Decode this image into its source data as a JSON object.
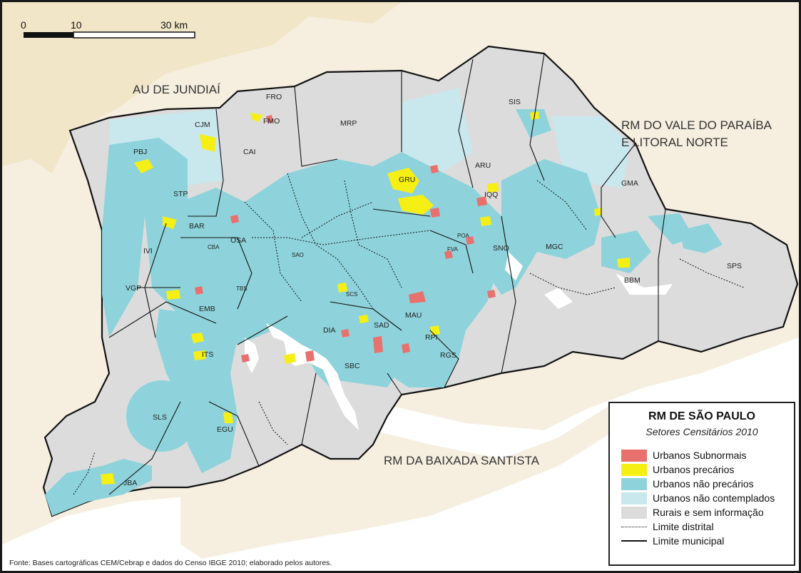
{
  "scale_bar": {
    "ticks": [
      "0",
      "10",
      "30 km"
    ]
  },
  "regions": {
    "jundiai": "AU DE JUNDIAÍ",
    "vale_1": "RM DO VALE DO PARAÍBA",
    "vale_2": "E LITORAL NORTE",
    "santista": "RM DA BAIXADA SANTISTA"
  },
  "municipalities": [
    "FRO",
    "FMO",
    "CJM",
    "CAI",
    "MRP",
    "SIS",
    "PBJ",
    "GRU",
    "ARU",
    "GMA",
    "STP",
    "IQQ",
    "BAR",
    "OSA",
    "CBA",
    "IVI",
    "SAO",
    "POA",
    "FVA",
    "MGC",
    "SNO",
    "SPS",
    "BBM",
    "VGP",
    "TBS",
    "SCS",
    "EMB",
    "MAU",
    "SAD",
    "DIA",
    "RPI",
    "ITS",
    "RGS",
    "SBC",
    "SLS",
    "EGU",
    "JBA"
  ],
  "legend": {
    "title": "RM DE SÃO PAULO",
    "subtitle": "Setores Censitários 2010",
    "items": [
      {
        "label": "Urbanos Subnormais",
        "color": "#e8716d"
      },
      {
        "label": "Urbanos precários",
        "color": "#f5ef14"
      },
      {
        "label": "Urbanos não precários",
        "color": "#8ed3db"
      },
      {
        "label": "Urbanos não contemplados",
        "color": "#c9e8ee"
      },
      {
        "label": "Rurais e sem informação",
        "color": "#dcdcdc"
      }
    ],
    "lines": [
      {
        "label": "Limite distrital",
        "style": "dotted"
      },
      {
        "label": "Limite municipal",
        "style": "solid"
      }
    ]
  },
  "source": "Fonte: Bases cartográficas CEM/Cebrap e dados do Censo IBGE 2010; elaborado pelos autores.",
  "colors": {
    "sea": "#ffffff",
    "outside_land": "#f6efe0",
    "neighbor_region": "#f1e6c8",
    "rural": "#dcdcdc",
    "urban_nonprecarious": "#8ed3db",
    "urban_not_covered": "#c9e8ee",
    "precarious": "#f5ef14",
    "subnormal": "#e8716d"
  }
}
